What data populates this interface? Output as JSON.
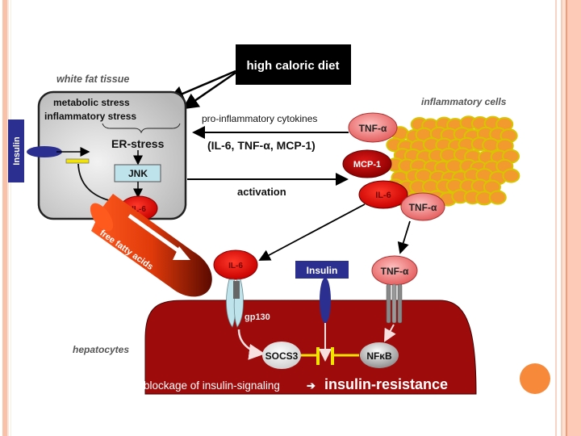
{
  "labels": {
    "white_fat_tissue": "white fat tissue",
    "high_caloric_diet": "high caloric diet",
    "metabolic_stress": "metabolic stress",
    "inflammatory_stress": "inflammatory stress",
    "er_stress": "ER-stress",
    "jnk": "JNK",
    "il6": "IL-6",
    "insulin": "Insulin",
    "pro_inflammatory_cytokines": "pro-inflammatory cytokines",
    "cytokine_list": "(IL-6, TNF-α, MCP-1)",
    "activation": "activation",
    "inflammatory_cells": "inflammatory cells",
    "tnf_alpha": "TNF-α",
    "mcp1": "MCP-1",
    "free_fatty_acids": "free fatty acids",
    "hepatocytes": "hepatocytes",
    "gp130": "gp130",
    "socs3": "SOCS3",
    "nfkb": "NFκB",
    "blockage": "blockage of insulin-signaling",
    "arrow_glyph": "➔",
    "insulin_resistance": "insulin-resistance"
  },
  "colors": {
    "fat_box": "#d6d6d6",
    "hepatocyte": "#9e0b0b",
    "il6_red": "#e01010",
    "tnf_pink": "#f08080",
    "mcp_red": "#c00000",
    "insulin_blue": "#2b2f8f",
    "jnk_box": "#bfe3ea",
    "cell_orange": "#f39a2e",
    "cell_rim": "#d8c400",
    "slide_accent": "#f7893a"
  }
}
